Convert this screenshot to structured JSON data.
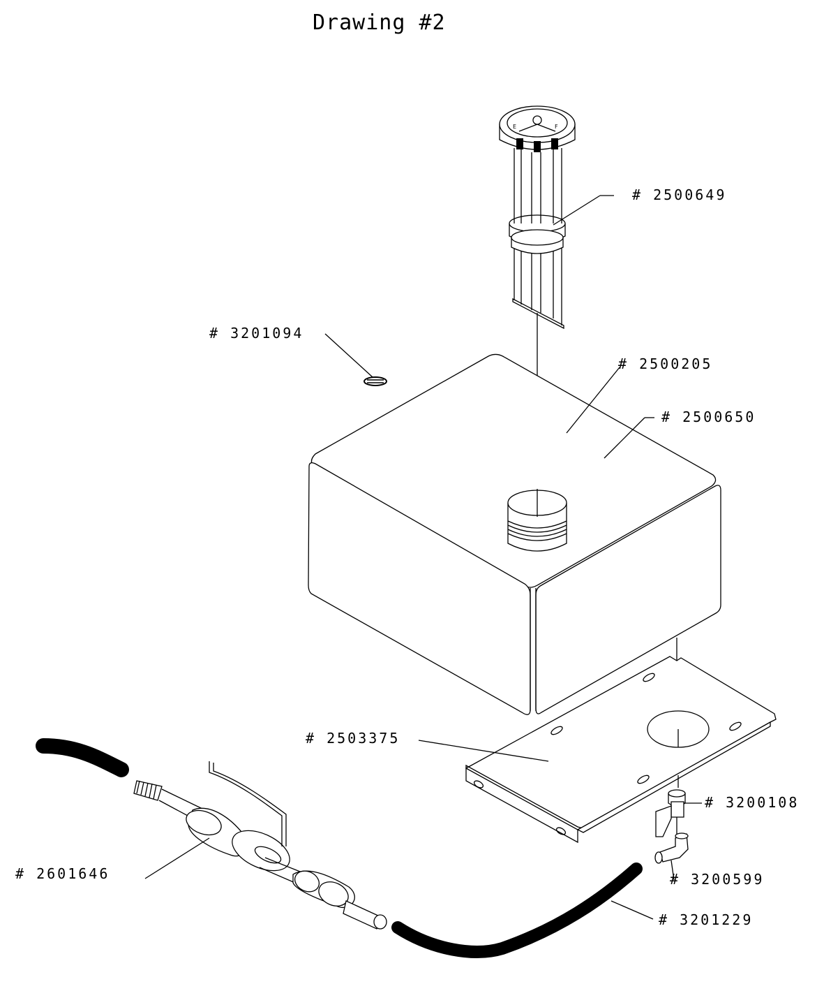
{
  "title": "Drawing #2",
  "callouts": {
    "c2500649": "# 2500649",
    "c3201094": "# 3201094",
    "c2500205": "# 2500205",
    "c2500650": "# 2500650",
    "c2503375": "# 2503375",
    "c3200108": "# 3200108",
    "c2601646": "# 2601646",
    "c3200599": "# 3200599",
    "c3201229": "# 3201229"
  }
}
